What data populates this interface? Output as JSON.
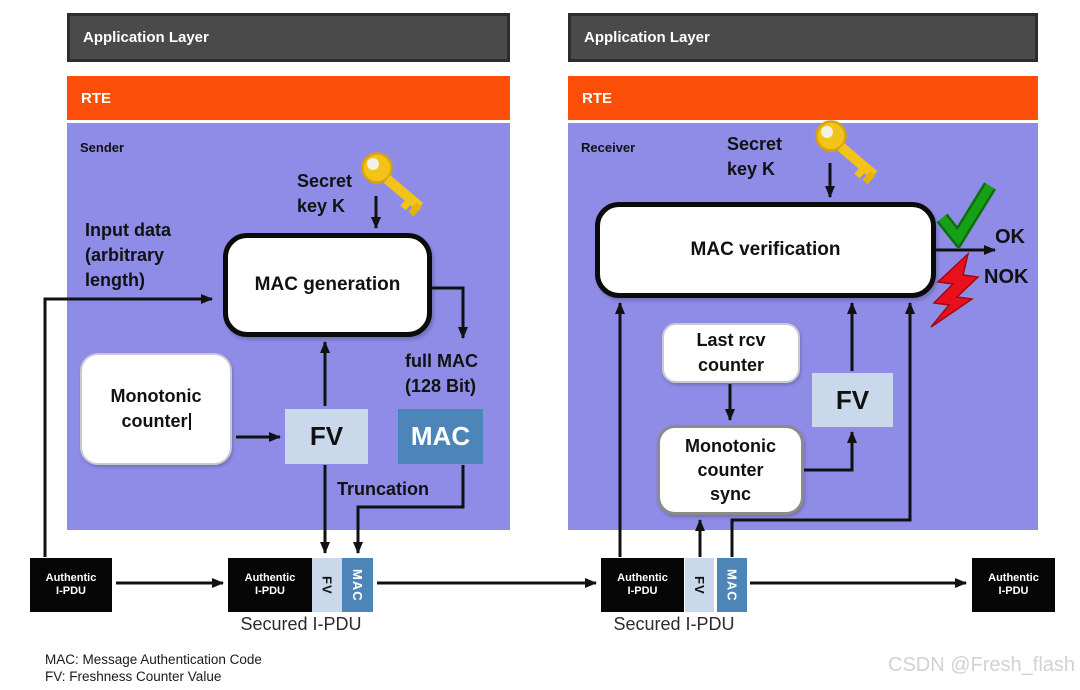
{
  "layers": {
    "application": "Application Layer",
    "rte": "RTE"
  },
  "sender": {
    "panel_label": "Sender",
    "input_data_lines": [
      "Input data",
      "(arbitrary",
      "length)"
    ],
    "secret_key_lines": [
      "Secret",
      "key K"
    ],
    "mac_generation": "MAC generation",
    "monotonic_counter_lines": [
      "Monotonic",
      "counter"
    ],
    "fv": "FV",
    "mac": "MAC",
    "full_mac_lines": [
      "full MAC",
      "(128 Bit)"
    ],
    "truncation": "Truncation"
  },
  "receiver": {
    "panel_label": "Receiver",
    "secret_key_lines": [
      "Secret",
      "key K"
    ],
    "mac_verification": "MAC verification",
    "ok": "OK",
    "nok": "NOK",
    "last_rcv_lines": [
      "Last rcv",
      "counter"
    ],
    "monotonic_sync_lines": [
      "Monotonic",
      "counter",
      "sync"
    ],
    "fv": "FV"
  },
  "pdu_row": {
    "authentic_lines": [
      "Authentic",
      "I-PDU"
    ],
    "fv": "FV",
    "mac": "MAC",
    "secured_label": "Secured I-PDU"
  },
  "legend": {
    "mac": "MAC:  Message Authentication Code",
    "fv": "FV:  Freshness Counter Value"
  },
  "watermark": "CSDN @Fresh_flash",
  "colors": {
    "panel_purple": "#8F8CE8",
    "rte_orange": "#FB4E09",
    "header_gray": "#4A4A4A",
    "fv_blue": "#C9D8EA",
    "mac_blue": "#4E85B8",
    "ok_green": "#17A017",
    "nok_red": "#E8101C",
    "key_gold": "#F2C318"
  }
}
